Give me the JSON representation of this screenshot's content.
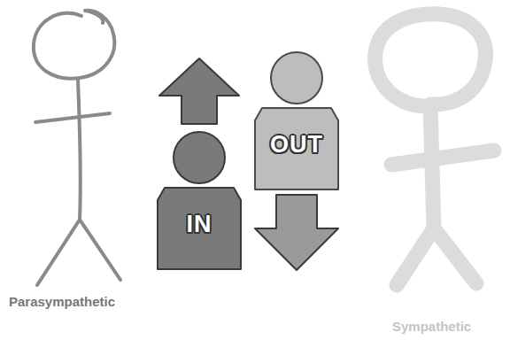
{
  "diagram": {
    "nodes": [
      {
        "text": [
          "IN"
        ]
      },
      {
        "text": [
          "OUT"
        ]
      }
    ],
    "labels": [
      "Parasympathetic",
      "Sympathetic"
    ]
  }
}
